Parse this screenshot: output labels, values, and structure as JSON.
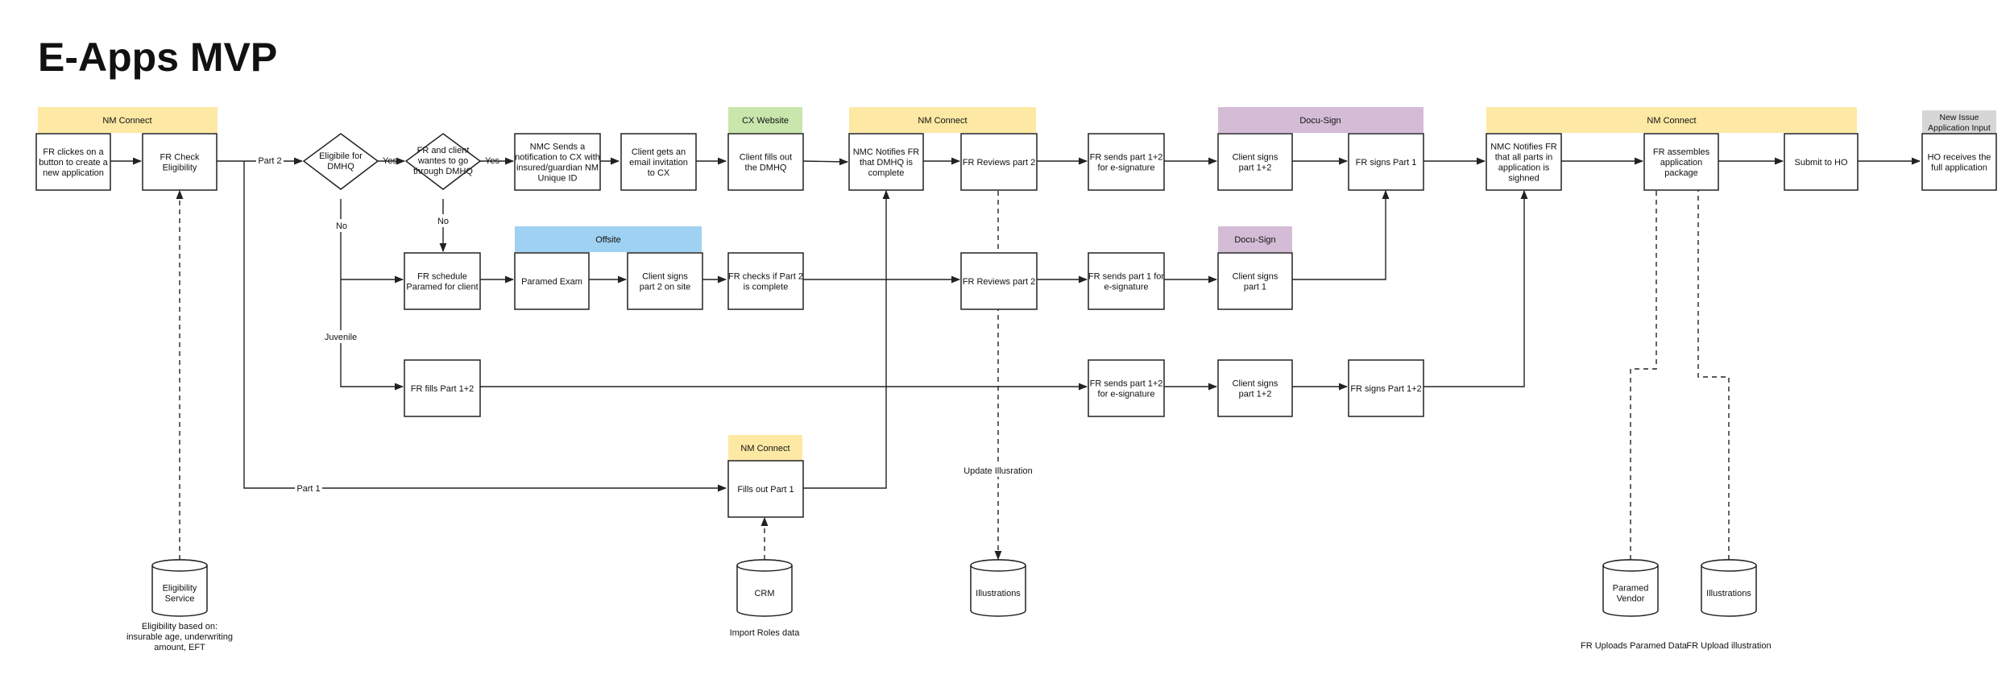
{
  "title": "E-Apps MVP",
  "colors": {
    "yellow": "#fde9a4",
    "green": "#c9e6ad",
    "blue": "#9fd2f2",
    "purple": "#d4bcd7",
    "gray": "#d6d6d6"
  },
  "lanes": {
    "nm_connect_1": "NM Connect",
    "cx_website": "CX Website",
    "nm_connect_2": "NM Connect",
    "docusign_1": "Docu-Sign",
    "nm_connect_3": "NM Connect",
    "new_issue": [
      "New Issue",
      "Application Input"
    ],
    "offsite": "Offsite",
    "docusign_2": "Docu-Sign",
    "nm_connect_4": "NM Connect"
  },
  "nodes": {
    "fr_clicks": [
      "FR clickes on a",
      "button to create a",
      "new application"
    ],
    "fr_check": [
      "FR Check",
      "Eligibility"
    ],
    "eligible": [
      "Eligibile for",
      "DMHQ"
    ],
    "wants": [
      "FR and client",
      "wantes to go",
      "through DMHQ"
    ],
    "nmc_sends": [
      "NMC Sends a",
      "notification to CX with",
      "insured/guardian NM",
      "Unique ID"
    ],
    "client_email": [
      "Client gets an",
      "email invitation",
      "to CX"
    ],
    "client_fills": [
      "Client fills out",
      "the DMHQ"
    ],
    "nmc_notifies": [
      "NMC Notifies FR",
      "that DMHQ is",
      "complete"
    ],
    "fr_reviews_1": [
      "FR Reviews part 2"
    ],
    "fr_sends_1": [
      "FR sends part 1+2",
      "for e-signature"
    ],
    "client_signs_1": [
      "Client signs",
      "part 1+2"
    ],
    "fr_signs_1": [
      "FR signs Part 1"
    ],
    "nmc_notifies_all": [
      "NMC Notifies FR",
      "that all parts in",
      "application is",
      "sighned"
    ],
    "fr_assembles": [
      "FR assembles",
      "application",
      "package"
    ],
    "submit_ho": [
      "Submit to HO"
    ],
    "ho_receives": [
      "HO receives the",
      "full application"
    ],
    "fr_schedule": [
      "FR schedule",
      "Paramed for client"
    ],
    "paramed_exam": [
      "Paramed Exam"
    ],
    "client_signs_site": [
      "Client signs",
      "part 2 on site"
    ],
    "fr_checks": [
      "FR checks if Part 2",
      "is complete"
    ],
    "fr_reviews_2": [
      "FR Reviews part 2"
    ],
    "fr_sends_2": [
      "FR sends part 1 for",
      "e-signature"
    ],
    "client_signs_2": [
      "Client signs",
      "part 1"
    ],
    "fr_fills": [
      "FR fills Part 1+2"
    ],
    "fr_sends_3": [
      "FR sends part 1+2",
      "for e-signature"
    ],
    "client_signs_3": [
      "Client signs",
      "part 1+2"
    ],
    "fr_signs_3": [
      "FR signs Part 1+2"
    ],
    "fills_part1": [
      "Fills out Part 1"
    ]
  },
  "databases": {
    "eligibility": [
      "Eligibility",
      "Service"
    ],
    "crm": [
      "CRM"
    ],
    "illustrations_1": [
      "Illustrations"
    ],
    "paramed_vendor": [
      "Paramed",
      "Vendor"
    ],
    "illustrations_2": [
      "Illustrations"
    ]
  },
  "edge_labels": {
    "part2": "Part 2",
    "yes1": "Yes",
    "yes2": "Yes",
    "no1": "No",
    "no2": "No",
    "juvenile": "Juvenile",
    "part1": "Part 1",
    "update_illustration": "Update Illusration"
  },
  "notes": {
    "eligibility_note": [
      "Eligibility based on:",
      "insurable age, underwriting",
      "amount, EFT"
    ],
    "import_roles": "Import Roles data",
    "fr_uploads_paramed": "FR Uploads Paramed Data",
    "fr_upload_illustration": "FR Upload illustration"
  }
}
